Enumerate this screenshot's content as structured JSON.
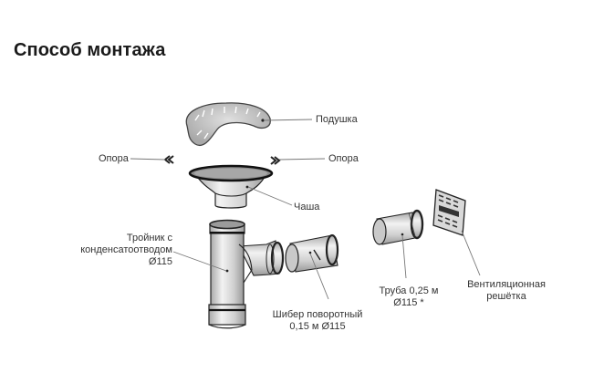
{
  "title": "Способ монтажа",
  "labels": {
    "cushion": "Подушка",
    "support_left": "Опора",
    "support_right": "Опора",
    "bowl": "Чаша",
    "tee_line1": "Тройник с",
    "tee_line2": "конденсатоотводом",
    "tee_line3": "Ø115",
    "damper_line1": "Шибер поворотный",
    "damper_line2": "0,15 м Ø115",
    "pipe_line1": "Труба 0,25 м",
    "pipe_line2": "Ø115 *",
    "grille_line1": "Вентиляционная",
    "grille_line2": "решётка"
  },
  "colors": {
    "text": "#333333",
    "title": "#1a1a1a",
    "metal_light": "#e6e6e6",
    "metal_mid": "#bdbdbd",
    "outline": "#222222",
    "leader": "#777777"
  }
}
